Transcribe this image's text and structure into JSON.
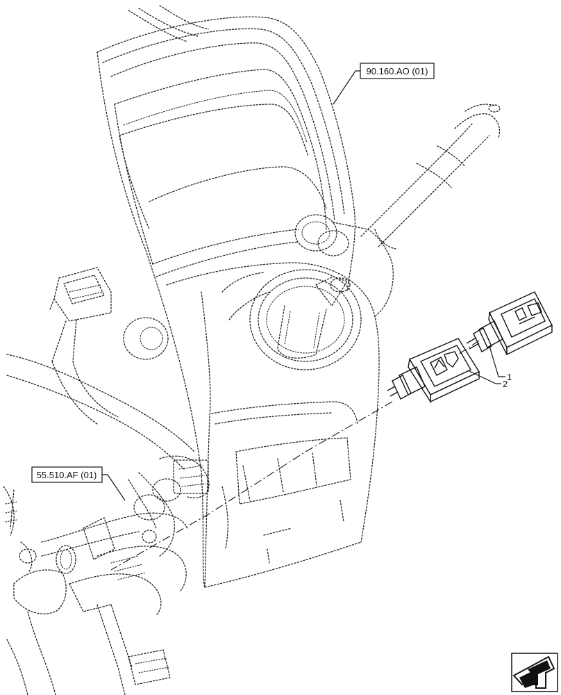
{
  "references": {
    "upper": "90.160.AO (01)",
    "lower": "55.510.AF (01)"
  },
  "callouts": {
    "item1": "1",
    "item2": "2"
  },
  "nav_icon": "next-page-arrow-icon"
}
